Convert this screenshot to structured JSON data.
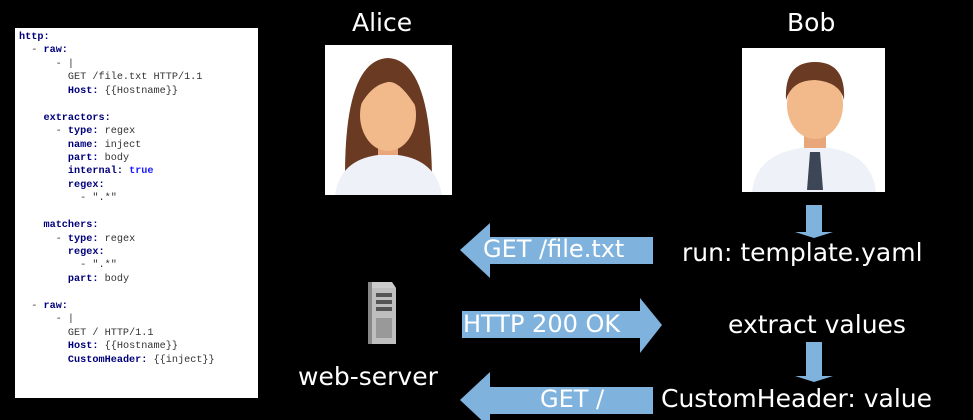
{
  "code": {
    "lines": [
      [
        [
          "k",
          "http:"
        ]
      ],
      [
        [
          "t",
          "  - "
        ],
        [
          "k",
          "raw:"
        ]
      ],
      [
        [
          "t",
          "      - |"
        ]
      ],
      [
        [
          "t",
          "        GET /file.txt HTTP/1.1"
        ]
      ],
      [
        [
          "t",
          "        "
        ],
        [
          "k",
          "Host:"
        ],
        [
          "t",
          " {{Hostname}}"
        ]
      ],
      [
        [
          "t",
          ""
        ]
      ],
      [
        [
          "t",
          "    "
        ],
        [
          "k",
          "extractors:"
        ]
      ],
      [
        [
          "t",
          "      - "
        ],
        [
          "k",
          "type:"
        ],
        [
          "t",
          " regex"
        ]
      ],
      [
        [
          "t",
          "        "
        ],
        [
          "k",
          "name:"
        ],
        [
          "t",
          " inject"
        ]
      ],
      [
        [
          "t",
          "        "
        ],
        [
          "k",
          "part:"
        ],
        [
          "t",
          " body"
        ]
      ],
      [
        [
          "t",
          "        "
        ],
        [
          "k",
          "internal:"
        ],
        [
          "t",
          " "
        ],
        [
          "b",
          "true"
        ]
      ],
      [
        [
          "t",
          "        "
        ],
        [
          "k",
          "regex:"
        ]
      ],
      [
        [
          "t",
          "          - \".*\""
        ]
      ],
      [
        [
          "t",
          ""
        ]
      ],
      [
        [
          "t",
          "    "
        ],
        [
          "k",
          "matchers:"
        ]
      ],
      [
        [
          "t",
          "      - "
        ],
        [
          "k",
          "type:"
        ],
        [
          "t",
          " regex"
        ]
      ],
      [
        [
          "t",
          "        "
        ],
        [
          "k",
          "regex:"
        ]
      ],
      [
        [
          "t",
          "          - \".*\""
        ]
      ],
      [
        [
          "t",
          "        "
        ],
        [
          "k",
          "part:"
        ],
        [
          "t",
          " body"
        ]
      ],
      [
        [
          "t",
          ""
        ]
      ],
      [
        [
          "t",
          "  - "
        ],
        [
          "k",
          "raw:"
        ]
      ],
      [
        [
          "t",
          "      - |"
        ]
      ],
      [
        [
          "t",
          "        GET / HTTP/1.1"
        ]
      ],
      [
        [
          "t",
          "        "
        ],
        [
          "k",
          "Host:"
        ],
        [
          "t",
          " {{Hostname}}"
        ]
      ],
      [
        [
          "t",
          "        "
        ],
        [
          "k",
          "CustomHeader:"
        ],
        [
          "t",
          " {{inject}}"
        ]
      ]
    ]
  },
  "actors": {
    "alice": "Alice",
    "bob": "Bob",
    "server": "web-server"
  },
  "arrows": {
    "request1": "GET /file.txt",
    "response": "HTTP 200 OK",
    "request2": "GET /"
  },
  "steps": {
    "run": "run: template.yaml",
    "extract": "extract values",
    "header": "CustomHeader: value"
  },
  "colors": {
    "arrow": "#7fb3de",
    "key": "#00007a"
  }
}
